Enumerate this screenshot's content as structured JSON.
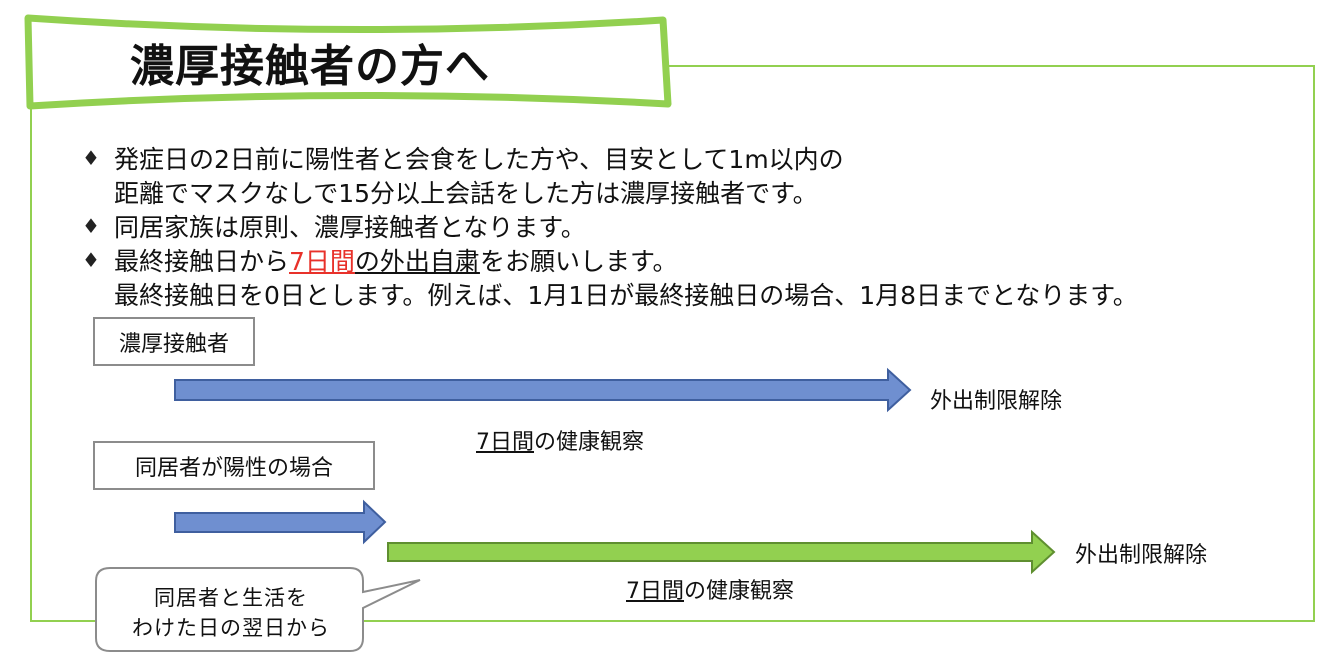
{
  "title": "濃厚接触者の方へ",
  "bullet_symbol": "♦",
  "bullets": {
    "b1_line1": "発症日の2日前に陽性者と会食をした方や、目安として1m以内の",
    "b1_line2": "距離でマスクなしで15分以上会話をした方は濃厚接触者です。",
    "b2": "同居家族は原則、濃厚接触者となります。",
    "b3_pre": "最終接触日から",
    "b3_red": "7日間",
    "b3_ul": "の外出自粛",
    "b3_post": "をお願いします。",
    "b3_line2": "最終接触日を0日とします。例えば、1月1日が最終接触日の場合、1月8日までとなります。"
  },
  "diagram": {
    "box1_label": "濃厚接触者",
    "box2_label": "同居者が陽性の場合",
    "release1": "外出制限解除",
    "release2": "外出制限解除",
    "obs1_ul": "7日間",
    "obs1_rest": "の健康観察",
    "obs2_ul": "7日間",
    "obs2_rest": "の健康観察",
    "callout_line1": "同居者と生活を",
    "callout_line2": "わけた日の翌日から"
  },
  "colors": {
    "frame_green": "#92d050",
    "arrow_blue": "#6f8fd0",
    "arrow_blue_edge": "#3f5f9f",
    "arrow_green": "#92d050",
    "arrow_green_edge": "#5f8f30",
    "highlight_red": "#e8312a"
  }
}
